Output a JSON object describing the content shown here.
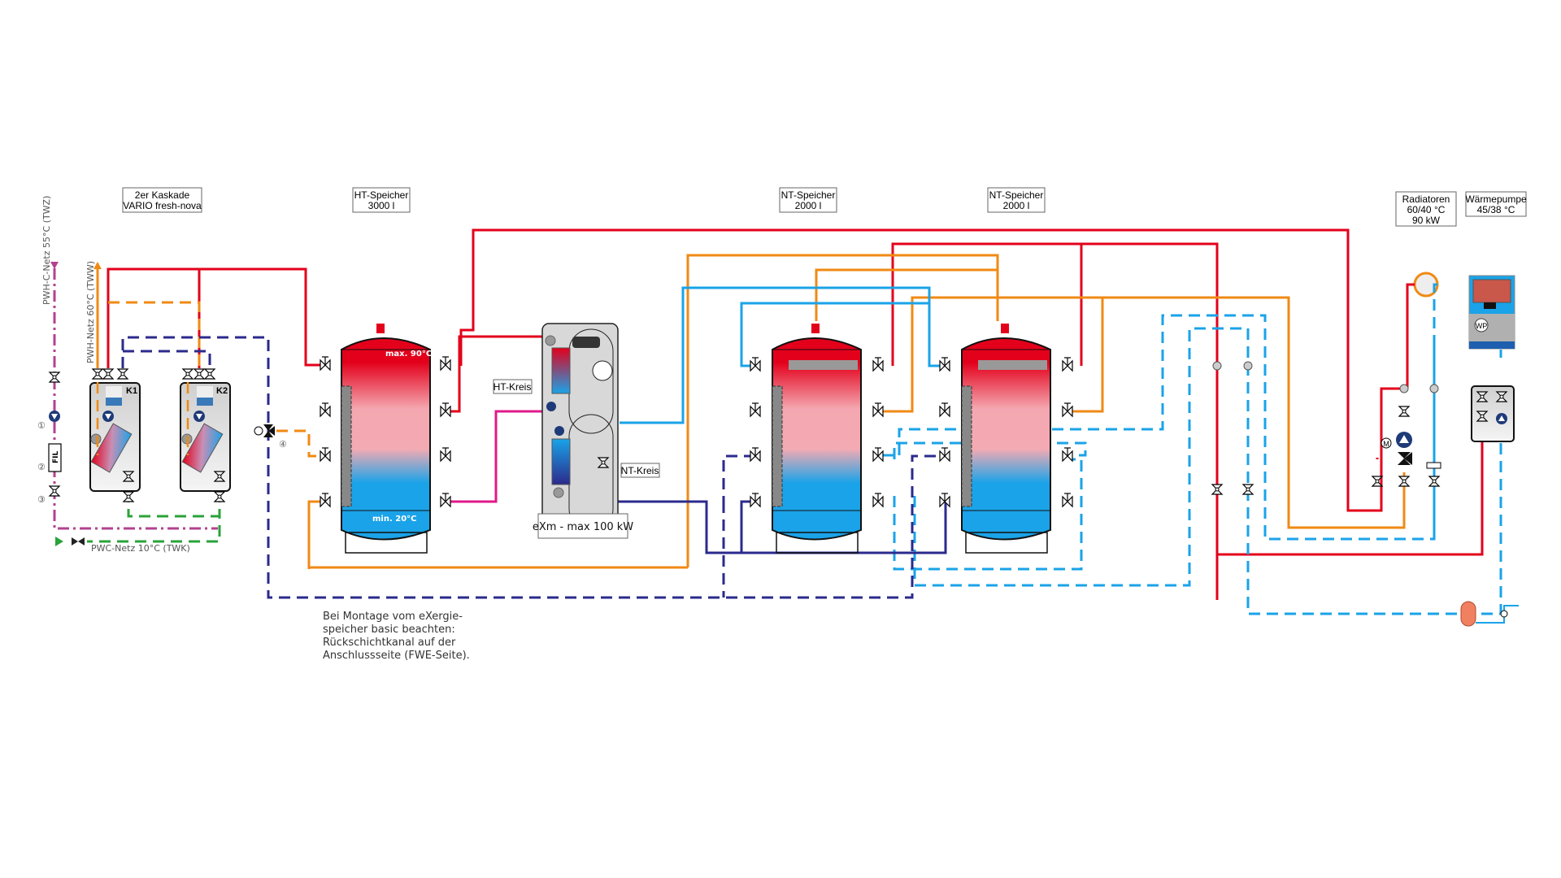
{
  "diagram": {
    "type": "hydraulic-schematic",
    "labels": {
      "cascade": [
        "2er Kaskade",
        "VARIO fresh-nova"
      ],
      "ht_storage": [
        "HT-Speicher",
        "3000 l"
      ],
      "nt_storage_1": [
        "NT-Speicher",
        "2000 l"
      ],
      "nt_storage_2": [
        "NT-Speicher",
        "2000 l"
      ],
      "radiators": [
        "Radiatoren",
        "60/40 °C",
        "90 kW"
      ],
      "heat_pump": [
        "Wärmepumpe",
        "45/38 °C"
      ],
      "ht_circuit": "HT-Kreis",
      "nt_circuit": "NT-Kreis",
      "exm": "eXm - max 100 kW",
      "module_k1": "K1",
      "module_k2": "K2",
      "filter": "FIL",
      "wp_badge": "WP",
      "motor": "M",
      "tank_max": "max. 90°C",
      "tank_min": "min. 20°C"
    },
    "pipe_labels": {
      "pwh_c": "PWH-C-Netz 55°C (TWZ)",
      "pwh": "PWH-Netz 60°C (TWW)",
      "pwc": "PWC-Netz 10°C (TWK)"
    },
    "markers": [
      "①",
      "②",
      "③",
      "④"
    ],
    "note": [
      "Bei Montage vom eXergie-",
      "speicher basic beachten:",
      "Rückschichtkanal auf der",
      "Anschlussseite (FWE-Seite)."
    ],
    "colors": {
      "hot": "#e3001b",
      "warm": "#f08a14",
      "cold": "#1aa3e8",
      "return": "#2b2a8c",
      "drinking_cold": "#2aa33a",
      "circulation": "#b2438f",
      "ht_link": "#e0198a"
    }
  }
}
